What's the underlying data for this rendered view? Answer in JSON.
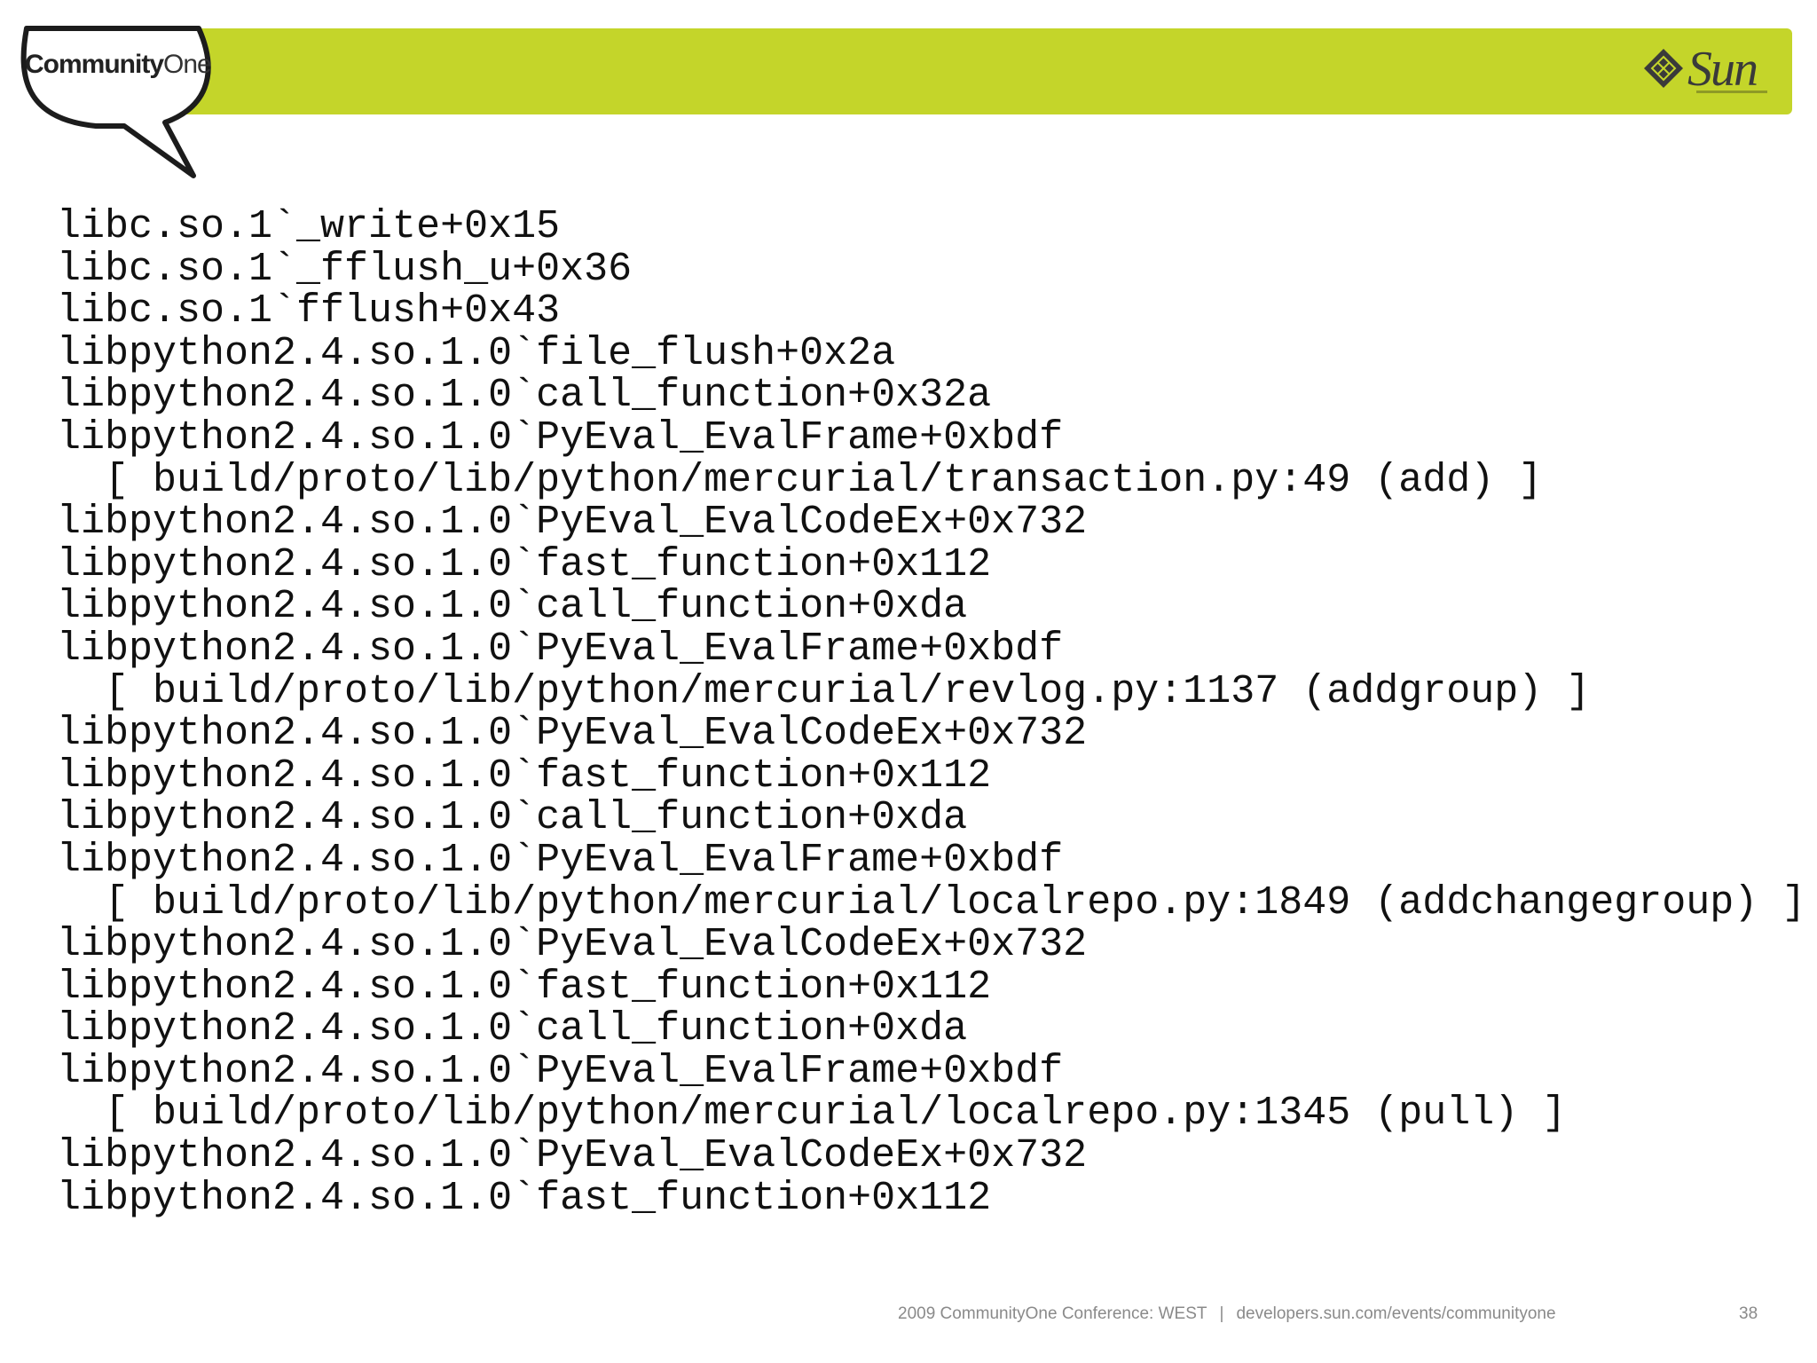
{
  "header": {
    "brand_strong": "Community",
    "brand_light": "One",
    "sponsor_logo_text": "Sun"
  },
  "trace_lines": [
    "libc.so.1`_write+0x15",
    "libc.so.1`_fflush_u+0x36",
    "libc.so.1`fflush+0x43",
    "libpython2.4.so.1.0`file_flush+0x2a",
    "libpython2.4.so.1.0`call_function+0x32a",
    "libpython2.4.so.1.0`PyEval_EvalFrame+0xbdf",
    "  [ build/proto/lib/python/mercurial/transaction.py:49 (add) ]",
    "libpython2.4.so.1.0`PyEval_EvalCodeEx+0x732",
    "libpython2.4.so.1.0`fast_function+0x112",
    "libpython2.4.so.1.0`call_function+0xda",
    "libpython2.4.so.1.0`PyEval_EvalFrame+0xbdf",
    "  [ build/proto/lib/python/mercurial/revlog.py:1137 (addgroup) ]",
    "libpython2.4.so.1.0`PyEval_EvalCodeEx+0x732",
    "libpython2.4.so.1.0`fast_function+0x112",
    "libpython2.4.so.1.0`call_function+0xda",
    "libpython2.4.so.1.0`PyEval_EvalFrame+0xbdf",
    "  [ build/proto/lib/python/mercurial/localrepo.py:1849 (addchangegroup) ]",
    "libpython2.4.so.1.0`PyEval_EvalCodeEx+0x732",
    "libpython2.4.so.1.0`fast_function+0x112",
    "libpython2.4.so.1.0`call_function+0xda",
    "libpython2.4.so.1.0`PyEval_EvalFrame+0xbdf",
    "  [ build/proto/lib/python/mercurial/localrepo.py:1345 (pull) ]",
    "libpython2.4.so.1.0`PyEval_EvalCodeEx+0x732",
    "libpython2.4.so.1.0`fast_function+0x112"
  ],
  "footer": {
    "conference": "2009 CommunityOne Conference: WEST",
    "separator": "|",
    "url": "developers.sun.com/events/communityone",
    "page_number": "38"
  },
  "colors": {
    "header_band": "#c4d52a",
    "text": "#111111",
    "footer_text": "#8a8a8a"
  }
}
